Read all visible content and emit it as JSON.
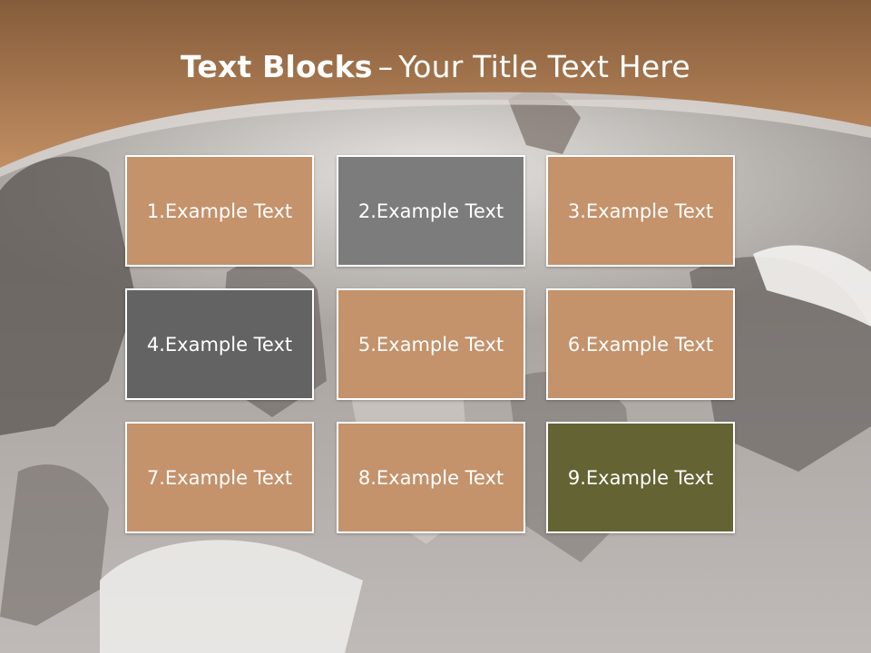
{
  "title": {
    "bold": "Text Blocks",
    "separator": "–",
    "regular": "Your Title Text Here"
  },
  "colors": {
    "header_top": "#8a5e3b",
    "header_bottom": "#c08c60",
    "block_tan": "#c4926b",
    "block_gray": "#7c7c7c",
    "block_dark_gray": "#636363",
    "block_olive": "#646333",
    "background_photo_tone": "#b7b2ae"
  },
  "blocks": [
    {
      "label": "1.Example Text",
      "color": "#c4926b"
    },
    {
      "label": "2.Example Text",
      "color": "#7c7c7c"
    },
    {
      "label": "3.Example Text",
      "color": "#c4926b"
    },
    {
      "label": "4.Example Text",
      "color": "#636363"
    },
    {
      "label": "5.Example Text",
      "color": "#c4926b"
    },
    {
      "label": "6.Example Text",
      "color": "#c4926b"
    },
    {
      "label": "7.Example Text",
      "color": "#c4926b"
    },
    {
      "label": "8.Example Text",
      "color": "#c4926b"
    },
    {
      "label": "9.Example Text",
      "color": "#646333"
    }
  ]
}
